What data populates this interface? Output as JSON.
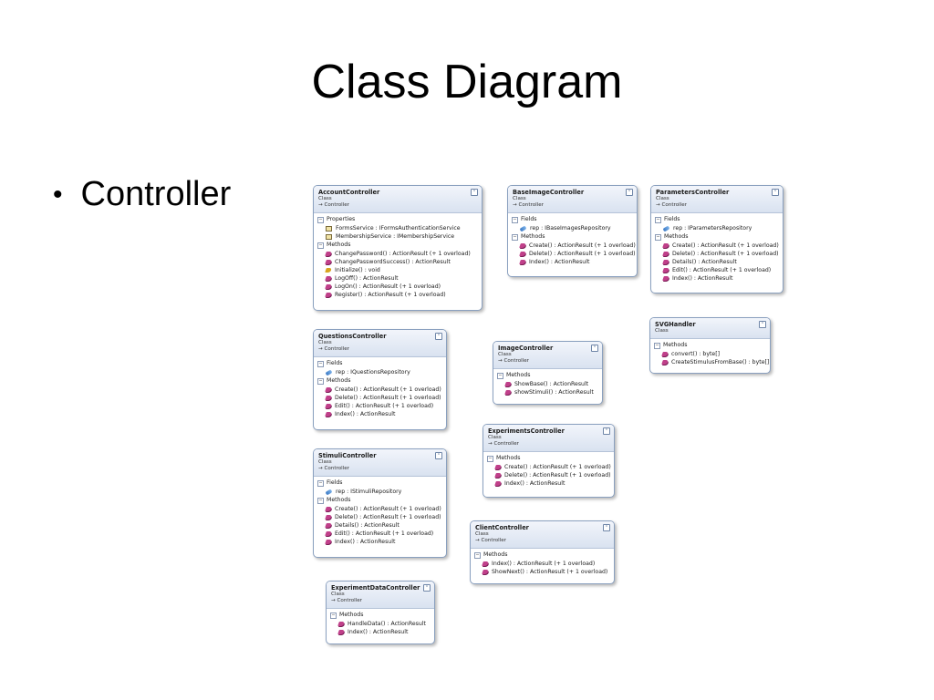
{
  "slide": {
    "title": "Class Diagram",
    "bullet": "Controller"
  },
  "labels": {
    "properties": "Properties",
    "fields": "Fields",
    "methods": "Methods"
  },
  "classes": {
    "account": {
      "name": "AccountController",
      "type": "Class",
      "base": "Controller",
      "properties": [
        "FormsService : IFormsAuthenticationService",
        "MembershipService : IMembershipService"
      ],
      "methods": [
        "ChangePassword() : ActionResult (+ 1 overload)",
        "ChangePasswordSuccess() : ActionResult",
        "Initialize() : void",
        "LogOff() : ActionResult",
        "LogOn() : ActionResult (+ 1 overload)",
        "Register() : ActionResult (+ 1 overload)"
      ]
    },
    "baseimage": {
      "name": "BaseImageController",
      "type": "Class",
      "base": "Controller",
      "fields": [
        "rep : IBaseImagesRepository"
      ],
      "methods": [
        "Create() : ActionResult (+ 1 overload)",
        "Delete() : ActionResult (+ 1 overload)",
        "Index() : ActionResult"
      ]
    },
    "parameters": {
      "name": "ParametersController",
      "type": "Class",
      "base": "Controller",
      "fields": [
        "rep : IParametersRepository"
      ],
      "methods": [
        "Create() : ActionResult (+ 1 overload)",
        "Delete() : ActionResult (+ 1 overload)",
        "Details() : ActionResult",
        "Edit() : ActionResult (+ 1 overload)",
        "Index() : ActionResult"
      ]
    },
    "svghandler": {
      "name": "SVGHandler",
      "type": "Class",
      "methods": [
        "convert() : byte[]",
        "CreateStimulusFromBase() : byte[]"
      ]
    },
    "questions": {
      "name": "QuestionsController",
      "type": "Class",
      "base": "Controller",
      "fields": [
        "rep : IQuestionsRepository"
      ],
      "methods": [
        "Create() : ActionResult (+ 1 overload)",
        "Delete() : ActionResult (+ 1 overload)",
        "Edit() : ActionResult (+ 1 overload)",
        "Index() : ActionResult"
      ]
    },
    "image": {
      "name": "ImageController",
      "type": "Class",
      "base": "Controller",
      "methods": [
        "ShowBase() : ActionResult",
        "showStimuli() : ActionResult"
      ]
    },
    "experiments": {
      "name": "ExperimentsController",
      "type": "Class",
      "base": "Controller",
      "methods": [
        "Create() : ActionResult (+ 1 overload)",
        "Delete() : ActionResult (+ 1 overload)",
        "Index() : ActionResult"
      ]
    },
    "stimuli": {
      "name": "StimuliController",
      "type": "Class",
      "base": "Controller",
      "fields": [
        "rep : IStimuliRepository"
      ],
      "methods": [
        "Create() : ActionResult (+ 1 overload)",
        "Delete() : ActionResult (+ 1 overload)",
        "Details() : ActionResult",
        "Edit() : ActionResult (+ 1 overload)",
        "Index() : ActionResult"
      ]
    },
    "client": {
      "name": "ClientController",
      "type": "Class",
      "base": "Controller",
      "methods": [
        "Index() : ActionResult (+ 1 overload)",
        "ShowNext() : ActionResult (+ 1 overload)"
      ]
    },
    "experimentdata": {
      "name": "ExperimentDataController",
      "type": "Class",
      "base": "Controller",
      "methods": [
        "HandleData() : ActionResult",
        "Index() : ActionResult"
      ]
    }
  }
}
